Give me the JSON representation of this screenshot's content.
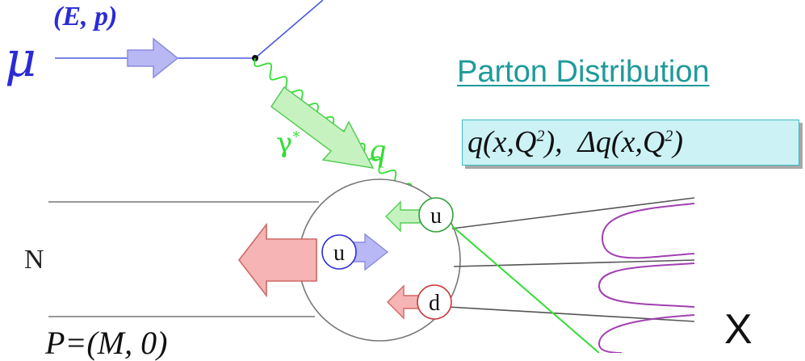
{
  "diagram": {
    "incoming_particle": "μ",
    "incoming_kinematics": "(E, p)",
    "section_title": "Parton Distribution",
    "photon_label": {
      "symbol": "γ",
      "superscript": "*"
    },
    "momentum_transfer": "q",
    "nucleon_label": "N",
    "nucleon_kinematics": "P=(M, 0)",
    "final_state": "X",
    "formula": {
      "q_term": {
        "pre": "q(x,Q",
        "exp": "2",
        "post": "),"
      },
      "dq_term": {
        "pre": "Δq(x,Q",
        "exp": "2",
        "post": ")"
      }
    },
    "quarks": [
      {
        "label": "u",
        "color": "#2e9f3a",
        "state": "struck"
      },
      {
        "label": "u",
        "color": "#2b2bd6"
      },
      {
        "label": "d",
        "color": "#cc3333"
      }
    ],
    "colors": {
      "muon": "#2b2bd6",
      "photon": "#33dd33",
      "title": "#1f9a9a",
      "formula_box": "#ccf2f5",
      "hadron_strings": "#a040b0"
    }
  }
}
